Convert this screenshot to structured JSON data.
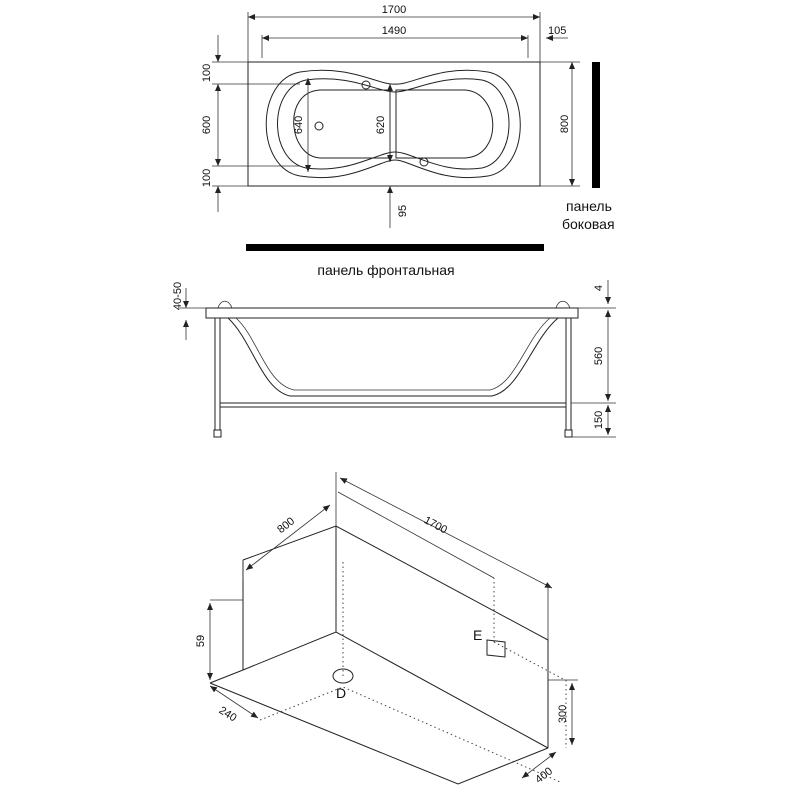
{
  "top_view": {
    "dim_length": "1700",
    "dim_inner_length": "1490",
    "dim_offset": "105",
    "dim_edge_top": "100",
    "dim_inner_width": "600",
    "dim_edge_bottom": "100",
    "dim_bowl_width": "640",
    "dim_middle_width": "620",
    "dim_width": "800",
    "dim_bottom_offset": "95",
    "side_panel_label_1": "панель",
    "side_panel_label_2": "боковая",
    "front_panel_label": "панель фронтальная"
  },
  "side_view": {
    "dim_rim": "40-50",
    "dim_top": "4",
    "dim_depth": "560",
    "dim_legs": "150"
  },
  "iso_view": {
    "dim_width": "800",
    "dim_length": "1700",
    "dim_height": "59",
    "dim_drain_offset": "240",
    "dim_drain_height": "300",
    "dim_depth_offset": "400",
    "label_drain": "D",
    "label_supply": "E"
  }
}
